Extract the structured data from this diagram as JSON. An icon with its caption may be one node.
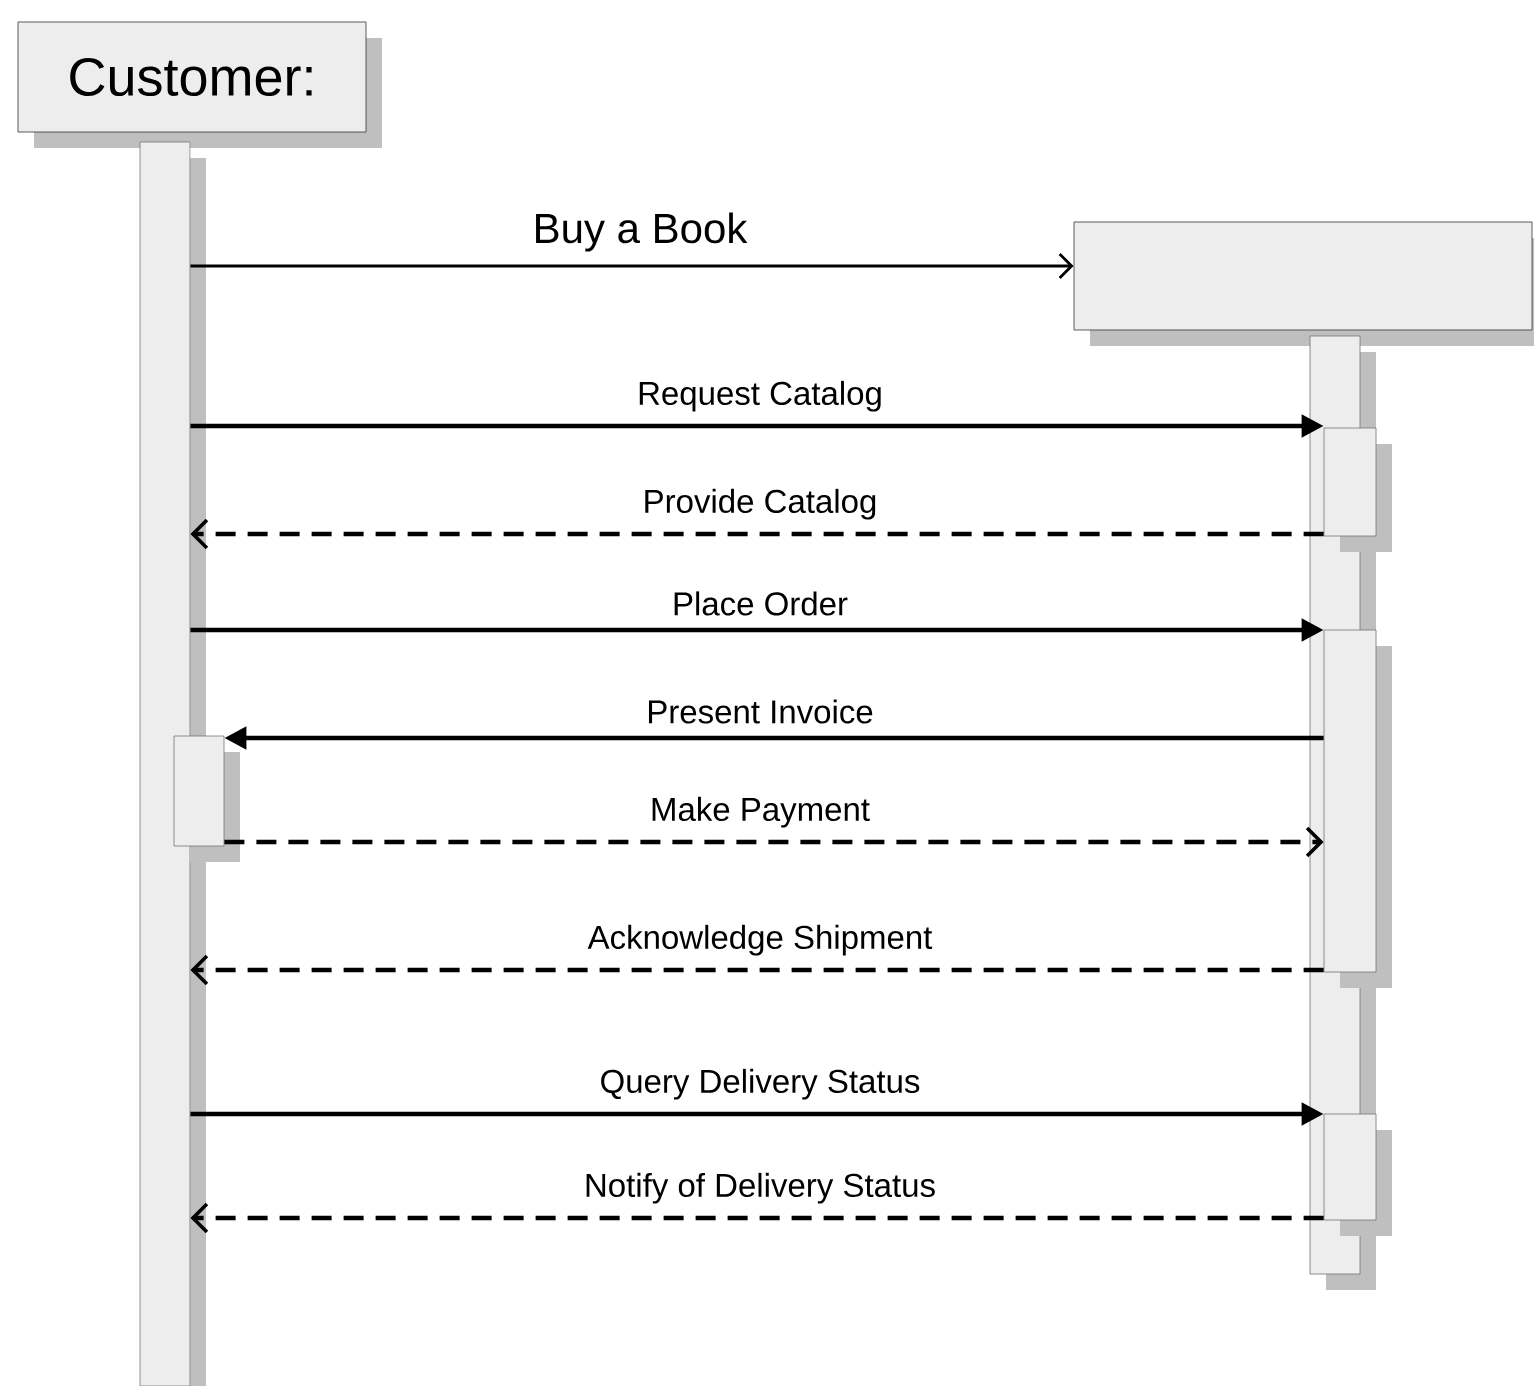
{
  "diagram": {
    "nodes": [
      {
        "text": [
          "Customer:"
        ]
      },
      {
        "text": [],
        "shape": "bar"
      },
      {
        "text": [],
        "shape": "box"
      },
      {
        "text": [],
        "shape": "bar"
      },
      {
        "text": [],
        "shape": "bar"
      },
      {
        "text": [],
        "shape": "bar"
      },
      {
        "text": [],
        "shape": "bar"
      },
      {
        "text": [],
        "shape": "bar"
      }
    ],
    "edges": [
      {
        "from": 1,
        "to": 2,
        "arrow": "to",
        "label": "Buy a Book"
      },
      {
        "from": 1,
        "to": 4,
        "arrow": "to",
        "label": "Request Catalog"
      },
      {
        "from": 4,
        "to": 1,
        "arrow": "to",
        "label": "Provide Catalog",
        "style": "dashed"
      },
      {
        "from": 1,
        "to": 5,
        "arrow": "to",
        "label": "Place Order"
      },
      {
        "from": 5,
        "to": 7,
        "arrow": "to",
        "label": "Present Invoice"
      },
      {
        "from": 7,
        "to": 5,
        "arrow": "to",
        "label": "Make Payment",
        "style": "dashed"
      },
      {
        "from": 5,
        "to": 1,
        "arrow": "to",
        "label": "Acknowledge Shipment",
        "style": "dashed"
      },
      {
        "from": 1,
        "to": 6,
        "arrow": "to",
        "label": "Query Delivery Status"
      },
      {
        "from": 6,
        "to": 1,
        "arrow": "to",
        "label": "Notify of Delivery Status",
        "style": "dashed"
      }
    ]
  }
}
